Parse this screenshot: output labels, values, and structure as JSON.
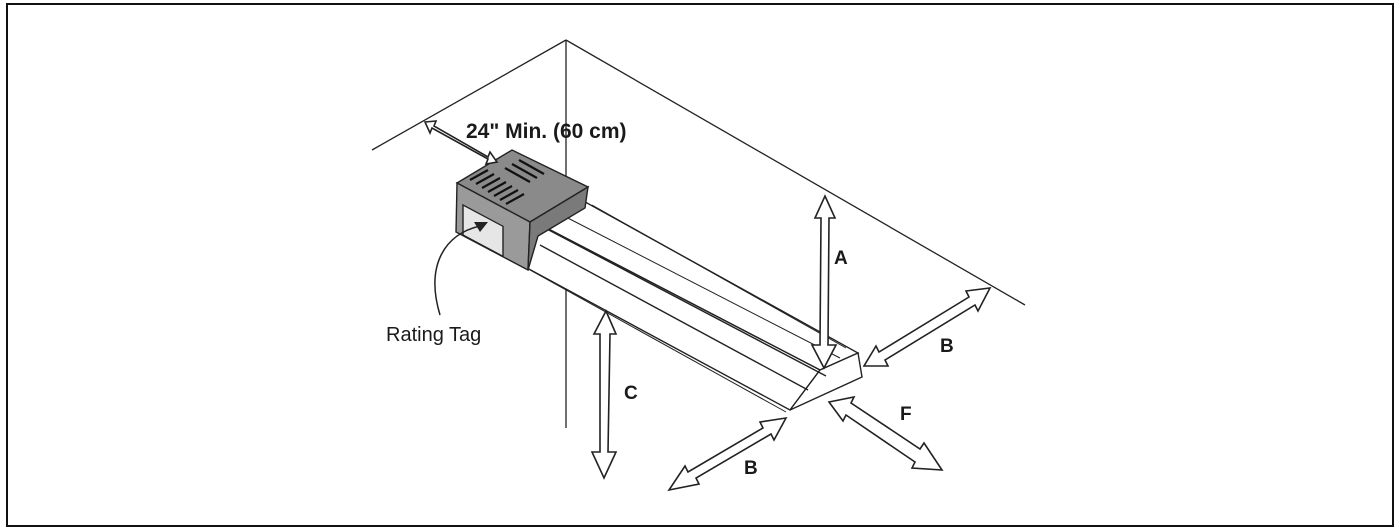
{
  "labels": {
    "clearance_side": "24\" Min. (60 cm)",
    "rating_tag": "Rating Tag",
    "a": "A",
    "b_right": "B",
    "b_bottom": "B",
    "c": "C",
    "f": "F"
  }
}
